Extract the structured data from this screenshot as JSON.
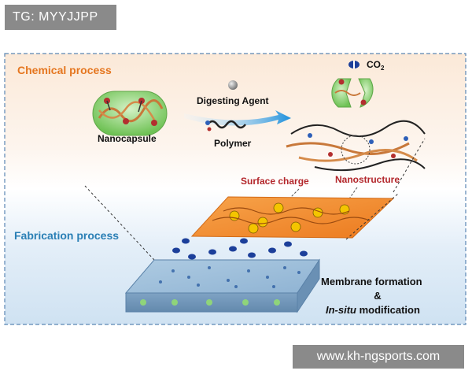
{
  "watermark_top": "TG: MYYJJPP",
  "watermark_bottom": "www.kh-ngsports.com",
  "diagram": {
    "chemical_process": "Chemical process",
    "fabrication_process": "Fabrication  process",
    "nanocapsule": "Nanocapsule",
    "digesting_agent": "Digesting Agent",
    "polymer": "Polymer",
    "co2_main": "CO",
    "co2_sub": "2",
    "surface_charge": "Surface charge",
    "nanostructure": "Nanostructure",
    "membrane_formation": "Membrane formation",
    "ampersand": "&",
    "in_situ": "In-situ",
    "modification": " modification"
  },
  "colors": {
    "chemical_label": "#e5761f",
    "fabrication_label": "#2a7fb5",
    "callout_label": "#b3262b",
    "frame_dash": "#5a86b3",
    "capsule_green": "#8fd47a",
    "plate_orange": "#f08a2a",
    "membrane_blue": "#7fa7c9",
    "arrow_blue": "#2d9fe0"
  }
}
